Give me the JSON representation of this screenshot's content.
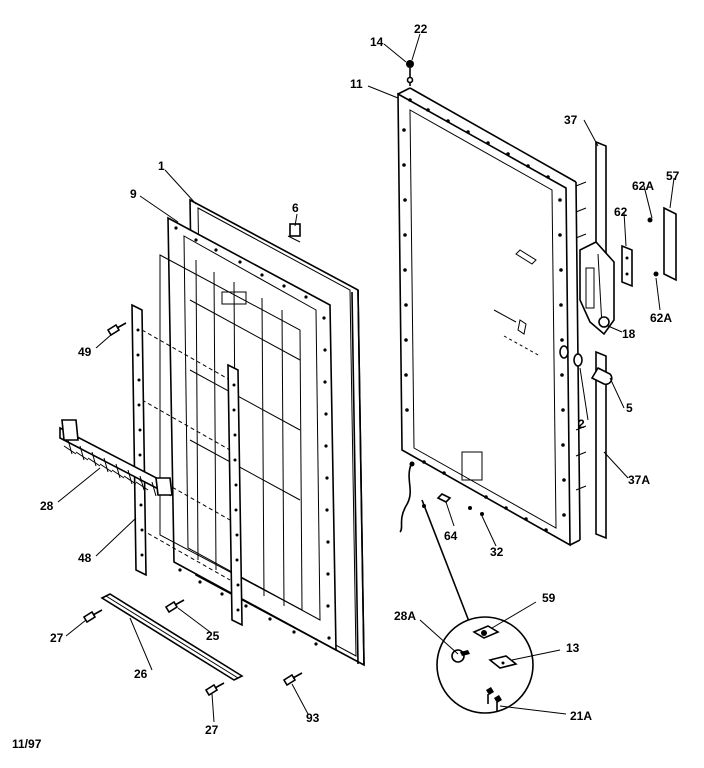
{
  "labels": {
    "p1": "1",
    "p9": "9",
    "p6": "6",
    "p49": "49",
    "p28_left": "28",
    "p48": "48",
    "p27_a": "27",
    "p26": "26",
    "p25": "25",
    "p27_b": "27",
    "p93": "93",
    "p14": "14",
    "p22": "22",
    "p11": "11",
    "p37": "37",
    "p62A_top": "62A",
    "p57": "57",
    "p62": "62",
    "p18": "18",
    "p62A_bottom": "62A",
    "p5": "5",
    "p2": "2",
    "p37A": "37A",
    "p64": "64",
    "p32": "32",
    "p28A": "28A",
    "p59": "59",
    "p13": "13",
    "p21A": "21A"
  },
  "footer": {
    "date_code": "11/97"
  }
}
